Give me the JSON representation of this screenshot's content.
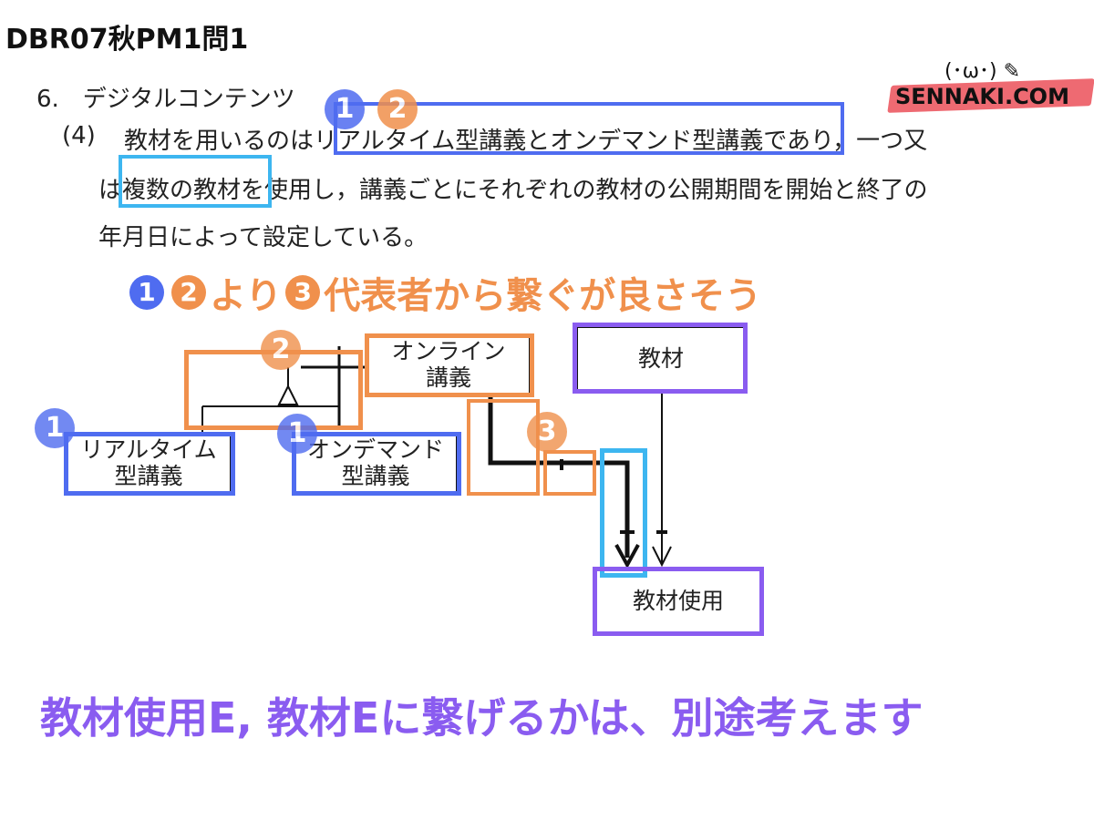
{
  "title": "DBR07秋PM1問1",
  "logo": {
    "text": "SENNAKI.COM",
    "face": "(･ω･) ✎"
  },
  "document": {
    "section": "6.　デジタルコンテンツ",
    "item_num": "(4)",
    "line1_a": "教材を用いるのは",
    "line1_b": "リアルタイム型講義とオンデマンド型講義",
    "line1_c": "であり，一つ又",
    "line2_a": "は",
    "line2_b": "複数の教材",
    "line2_c": "を使用し，講義ごとにそれぞれの教材の公開期間を開始と終了の",
    "line3": "年月日によって設定している。"
  },
  "headline": {
    "n1": "1",
    "n2": "2",
    "t1": "より",
    "n3": "3",
    "t2": "代表者から繋ぐが良さそう"
  },
  "diagram": {
    "entities": {
      "online": "オンライン\n講義",
      "realtime": "リアルタイム\n型講義",
      "ondemand": "オンデマンド\n型講義",
      "material": "教材",
      "material_use": "教材使用"
    },
    "badges": {
      "b1": "1",
      "b2": "2",
      "b3": "3"
    }
  },
  "footer": "教材使用E, 教材Eに繋げるかは、別途考えます",
  "colors": {
    "blue": "#4f6cf0",
    "orange": "#f0904c",
    "light_blue": "#3db6f0",
    "purple": "#8a5cf0"
  }
}
